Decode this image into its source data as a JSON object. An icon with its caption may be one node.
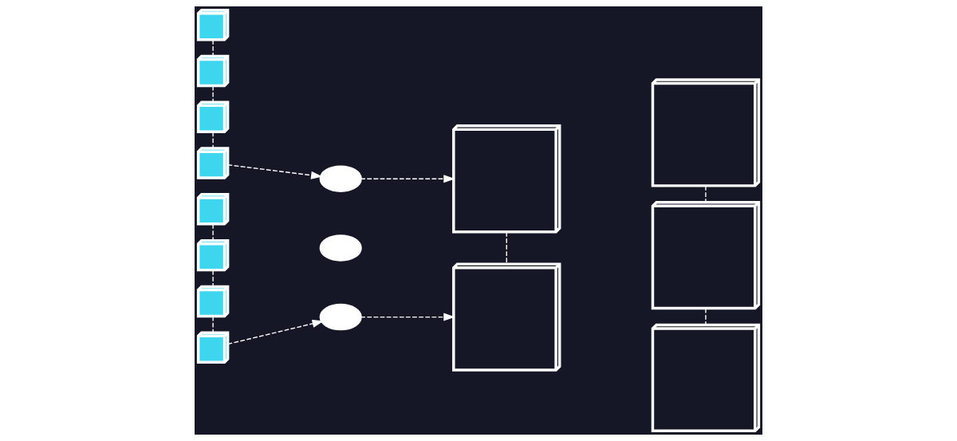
{
  "diagram": {
    "nodes": [
      {
        "text": [],
        "shape": "cube"
      },
      {
        "text": [],
        "shape": "cube"
      },
      {
        "text": [],
        "shape": "cube"
      },
      {
        "text": [],
        "shape": "cube"
      },
      {
        "text": [],
        "shape": "cube"
      },
      {
        "text": [],
        "shape": "cube"
      },
      {
        "text": [],
        "shape": "cube"
      },
      {
        "text": [],
        "shape": "cube"
      },
      {
        "text": [],
        "shape": "cloud"
      },
      {
        "text": [],
        "shape": "cloud"
      },
      {
        "text": [],
        "shape": "cloud"
      },
      {
        "text": [],
        "shape": "cube"
      },
      {
        "text": [],
        "shape": "cube"
      },
      {
        "text": [],
        "shape": "cube"
      },
      {
        "text": [],
        "shape": "cube"
      },
      {
        "text": [],
        "shape": "cube"
      }
    ],
    "edges": [
      {
        "from": 0,
        "to": 1,
        "arrow": "none",
        "style": "dashed"
      },
      {
        "from": 1,
        "to": 2,
        "arrow": "none",
        "style": "dashed"
      },
      {
        "from": 2,
        "to": 3,
        "arrow": "none",
        "style": "dashed"
      },
      {
        "from": 4,
        "to": 5,
        "arrow": "none",
        "style": "dashed"
      },
      {
        "from": 5,
        "to": 6,
        "arrow": "none",
        "style": "dashed"
      },
      {
        "from": 6,
        "to": 7,
        "arrow": "none",
        "style": "dashed"
      },
      {
        "from": 3,
        "to": 8,
        "arrow": "to",
        "style": "dashed"
      },
      {
        "from": 8,
        "to": 11,
        "arrow": "to",
        "style": "dashed"
      },
      {
        "from": 7,
        "to": 10,
        "arrow": "to",
        "style": "dashed"
      },
      {
        "from": 10,
        "to": 12,
        "arrow": "to",
        "style": "dashed"
      },
      {
        "from": 11,
        "to": 12,
        "arrow": "none",
        "style": "dashed"
      },
      {
        "from": 13,
        "to": 14,
        "arrow": "none",
        "style": "dashed"
      },
      {
        "from": 14,
        "to": 15,
        "arrow": "none",
        "style": "dashed"
      }
    ]
  }
}
